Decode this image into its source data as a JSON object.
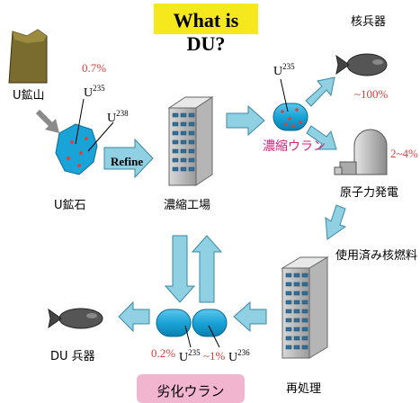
{
  "title": "What is DU?",
  "labels": {
    "u_mine": "U鉱山",
    "u_ore": "U鉱石",
    "pct_07": "0.7%",
    "u235_label": "U",
    "u235_mass": "235",
    "u238_label": "U",
    "u238_mass": "238",
    "refine": "Refine",
    "enrichment_plant": "濃縮工場",
    "enriched_u235_label": "U",
    "enriched_u235_mass": "235",
    "enriched_uranium": "濃縮ウラン",
    "nuclear_weapon": "核兵器",
    "pct_100": "~100%",
    "pct_2_4": "2~4%",
    "nuclear_plant": "原子力発電",
    "spent_fuel": "使用済み核燃料",
    "reprocessing": "再処理",
    "du_weapon": "DU 兵器",
    "pct_02": "0.2%",
    "du_u235_label": "U",
    "du_u235_mass": "235",
    "pct_1": "~1%",
    "du_u236_label": "U",
    "du_u236_mass": "236",
    "depleted_uranium": "劣化ウラン"
  },
  "colors": {
    "title_bg": "#f5e91d",
    "arrow_fill": "#8fd0e2",
    "uranium_blue": "#1aa3d6",
    "red_text": "#d9413d",
    "pink_text": "#d6247c",
    "depleted_bg": "#f2b5d0",
    "mine_brown": "#7a6b2e"
  },
  "icons": [
    "mine-icon",
    "ore-icon",
    "factory-icon",
    "capsule-icon",
    "bomb-icon",
    "power-plant-icon",
    "reprocessing-building-icon",
    "du-weapon-icon"
  ]
}
